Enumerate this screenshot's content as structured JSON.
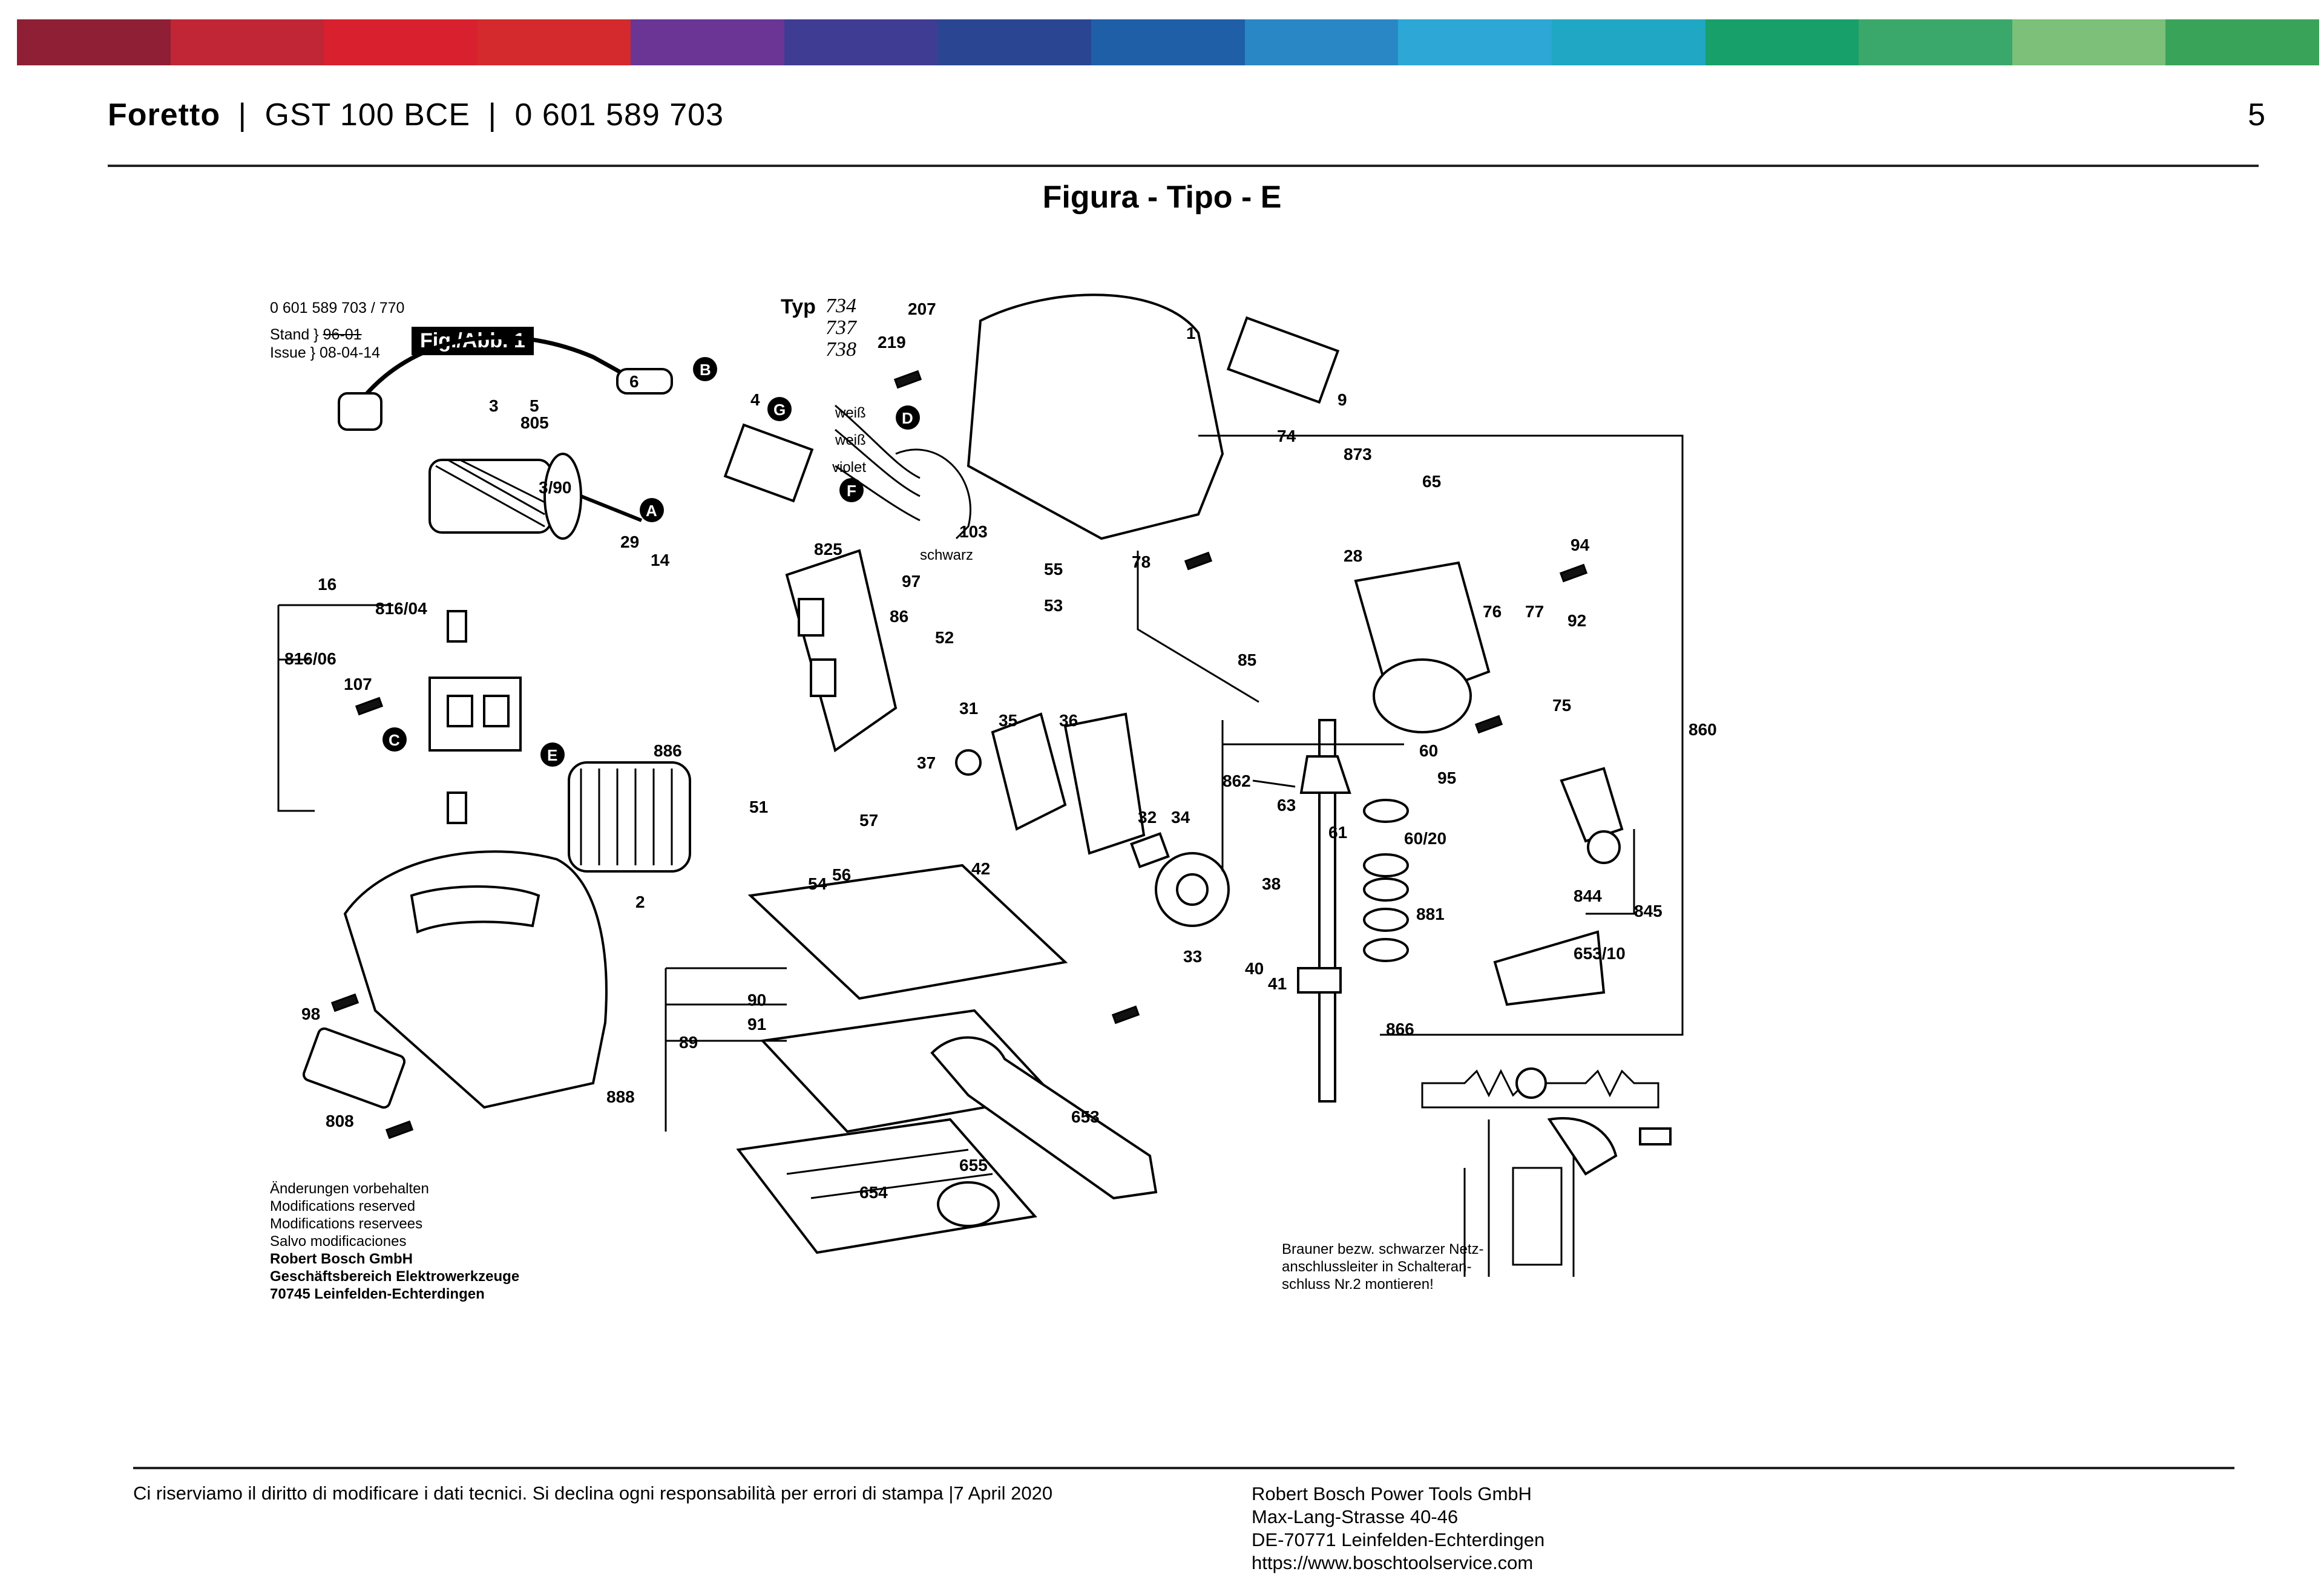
{
  "header": {
    "brand": "Foretto",
    "model": "GST 100 BCE",
    "part_number": "0 601 589 703",
    "page_number": "5",
    "separator": "|"
  },
  "figure_title": "Figura - Tipo - E",
  "diagram": {
    "doc_code": "0 601 589 703 / 770",
    "stand_label": "Stand",
    "issue_label": "Issue",
    "old_date": "96-01",
    "issue_date": "08-04-14",
    "fig_badge": "Fig./Abb. 1",
    "typ_label": "Typ",
    "typ_values": [
      "734",
      "737",
      "738"
    ],
    "wire_labels": [
      "weiß",
      "weiß",
      "violet",
      "schwarz"
    ],
    "connector_letters": [
      "A",
      "B",
      "C",
      "D",
      "E",
      "F",
      "G"
    ],
    "part_labels": [
      "1",
      "2",
      "3",
      "3/90",
      "4",
      "5",
      "6",
      "9",
      "14",
      "16",
      "28",
      "29",
      "31",
      "32",
      "33",
      "34",
      "35",
      "36",
      "37",
      "38",
      "40",
      "41",
      "42",
      "51",
      "52",
      "53",
      "54",
      "55",
      "56",
      "57",
      "60",
      "60/20",
      "61",
      "63",
      "65",
      "74",
      "75",
      "76",
      "77",
      "78",
      "85",
      "86",
      "89",
      "90",
      "91",
      "92",
      "94",
      "95",
      "97",
      "98",
      "103",
      "107",
      "207",
      "219",
      "653",
      "653/10",
      "654",
      "655",
      "805",
      "808",
      "816/04",
      "816/06",
      "825",
      "844",
      "845",
      "860",
      "862",
      "866",
      "873",
      "881",
      "886",
      "888"
    ],
    "notes_left": [
      "Änderungen vorbehalten",
      "Modifications reserved",
      "Modifications reservees",
      "Salvo modificaciones"
    ],
    "notes_left_bold": [
      "Robert Bosch GmbH",
      "Geschäftsbereich Elektrowerkzeuge",
      "70745 Leinfelden-Echterdingen"
    ],
    "notes_right": [
      "Brauner bezw. schwarzer Netz-",
      "anschlussleiter in Schalteran-",
      "schluss Nr.2 montieren!"
    ]
  },
  "footer": {
    "disclaimer": "Ci riserviamo il diritto di modificare i dati tecnici. Si declina ogni responsabilità per errori di stampa |7 April 2020",
    "company": "Robert Bosch Power Tools GmbH",
    "street": "Max-Lang-Strasse 40-46",
    "city": "DE-70771 Leinfelden-Echterdingen",
    "url": "https://www.boschtoolservice.com"
  },
  "colors": {
    "bar": [
      "#8e1f35",
      "#c02636",
      "#d8202e",
      "#d42a2e",
      "#6a3595",
      "#3f3c93",
      "#2a4693",
      "#1f5fa8",
      "#2a87c6",
      "#2ca7d6",
      "#20a7c4",
      "#17a06a",
      "#3aa86a",
      "#7cc07a",
      "#3aa35a"
    ]
  }
}
